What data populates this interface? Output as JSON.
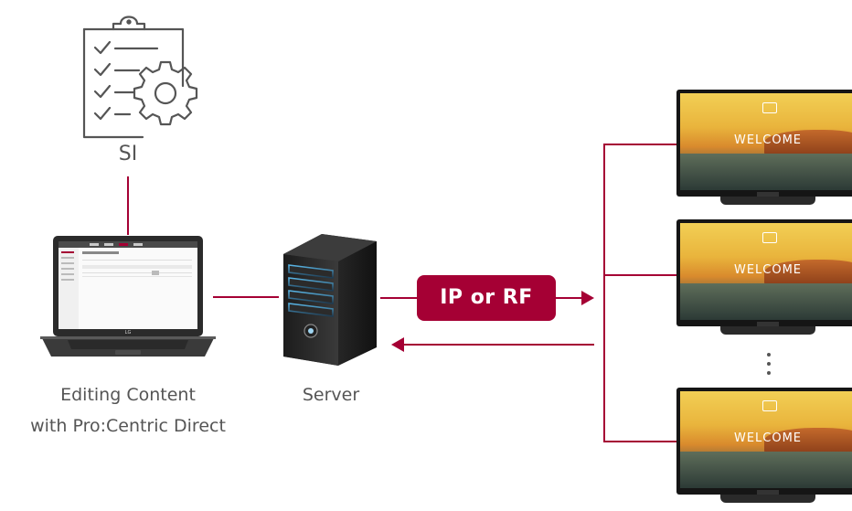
{
  "nodes": {
    "si_label": "SI",
    "laptop_label_line1": "Editing Content",
    "laptop_label_line2": "with Pro:Centric Direct",
    "server_label": "Server",
    "transport_label": "IP or RF",
    "tv_welcome_text": "WELCOME",
    "laptop_brand": "LG"
  },
  "colors": {
    "accent": "#a50034",
    "text": "#555555",
    "icon_stroke": "#555555"
  },
  "icons": {
    "si": "clipboard-checklist-gear-icon",
    "laptop": "laptop-icon",
    "server": "server-tower-icon",
    "tv": "hotel-tv-icon"
  }
}
